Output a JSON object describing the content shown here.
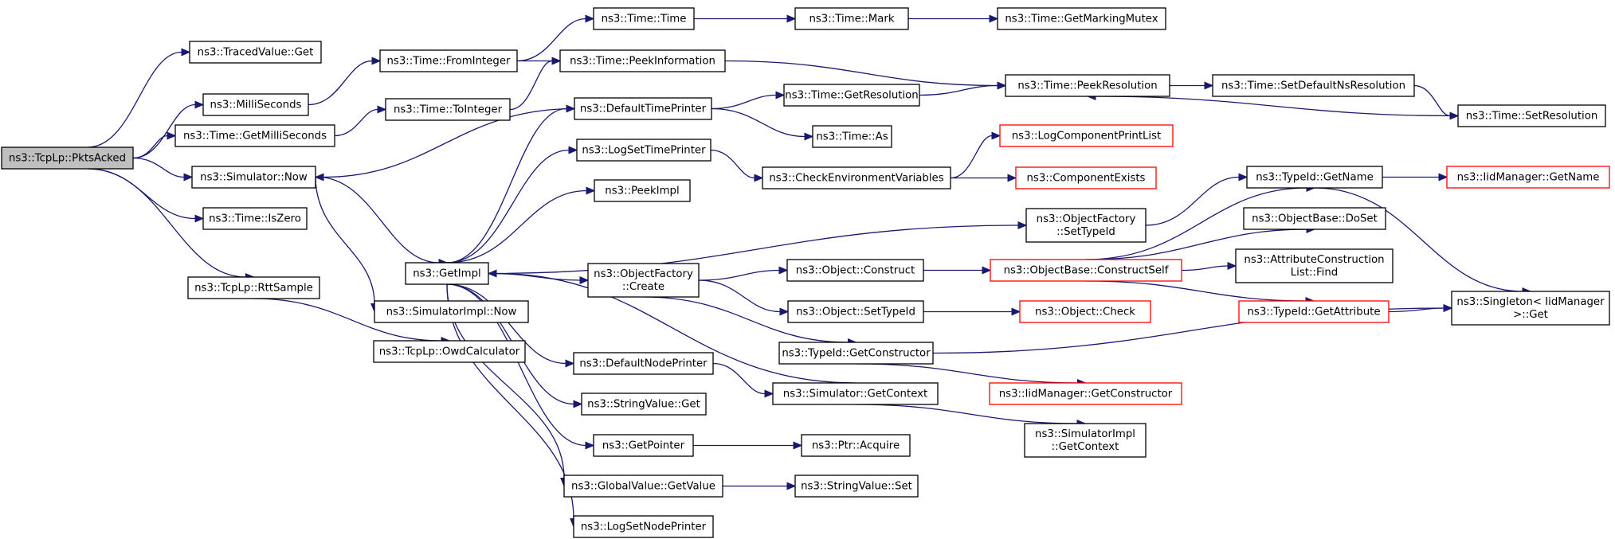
{
  "colors": {
    "edge": "#191970",
    "truncated_border": "#ff0000",
    "root_fill": "#bfbfbf"
  },
  "nodes": [
    {
      "id": "pktsacked",
      "lines": [
        "ns3::TcpLp::PktsAcked"
      ],
      "root": true
    },
    {
      "id": "tracedget",
      "lines": [
        "ns3::TracedValue::Get"
      ]
    },
    {
      "id": "milliseconds",
      "lines": [
        "ns3::MilliSeconds"
      ]
    },
    {
      "id": "getmilliseconds",
      "lines": [
        "ns3::Time::GetMilliSeconds"
      ]
    },
    {
      "id": "simnow",
      "lines": [
        "ns3::Simulator::Now"
      ]
    },
    {
      "id": "iszero",
      "lines": [
        "ns3::Time::IsZero"
      ]
    },
    {
      "id": "rttsample",
      "lines": [
        "ns3::TcpLp::RttSample"
      ]
    },
    {
      "id": "owdcalc",
      "lines": [
        "ns3::TcpLp::OwdCalculator"
      ]
    },
    {
      "id": "frominteger",
      "lines": [
        "ns3::Time::FromInteger"
      ]
    },
    {
      "id": "tointeger",
      "lines": [
        "ns3::Time::ToInteger"
      ]
    },
    {
      "id": "getimpl",
      "lines": [
        "ns3::GetImpl"
      ]
    },
    {
      "id": "simimplnow",
      "lines": [
        "ns3::SimulatorImpl::Now"
      ]
    },
    {
      "id": "timetime",
      "lines": [
        "ns3::Time::Time"
      ]
    },
    {
      "id": "peekinfo",
      "lines": [
        "ns3::Time::PeekInformation"
      ]
    },
    {
      "id": "deftimeprinter",
      "lines": [
        "ns3::DefaultTimePrinter"
      ]
    },
    {
      "id": "logsettimeprinter",
      "lines": [
        "ns3::LogSetTimePrinter"
      ]
    },
    {
      "id": "peekimpl",
      "lines": [
        "ns3::PeekImpl"
      ]
    },
    {
      "id": "objfactcreate",
      "lines": [
        "ns3::ObjectFactory",
        "::Create"
      ]
    },
    {
      "id": "defnodeprinter",
      "lines": [
        "ns3::DefaultNodePrinter"
      ]
    },
    {
      "id": "stringget",
      "lines": [
        "ns3::StringValue::Get"
      ]
    },
    {
      "id": "getpointer",
      "lines": [
        "ns3::GetPointer"
      ]
    },
    {
      "id": "globalgetvalue",
      "lines": [
        "ns3::GlobalValue::GetValue"
      ]
    },
    {
      "id": "logsetnodeprinter",
      "lines": [
        "ns3::LogSetNodePrinter"
      ]
    },
    {
      "id": "timemark",
      "lines": [
        "ns3::Time::Mark"
      ]
    },
    {
      "id": "getresolution",
      "lines": [
        "ns3::Time::GetResolution"
      ]
    },
    {
      "id": "timeas",
      "lines": [
        "ns3::Time::As"
      ]
    },
    {
      "id": "checkenv",
      "lines": [
        "ns3::CheckEnvironmentVariables"
      ]
    },
    {
      "id": "objconstruct",
      "lines": [
        "ns3::Object::Construct"
      ]
    },
    {
      "id": "objsettypeid",
      "lines": [
        "ns3::Object::SetTypeId"
      ]
    },
    {
      "id": "getconstructor",
      "lines": [
        "ns3::TypeId::GetConstructor"
      ]
    },
    {
      "id": "simgetcontext",
      "lines": [
        "ns3::Simulator::GetContext"
      ]
    },
    {
      "id": "ptracquire",
      "lines": [
        "ns3::Ptr::Acquire"
      ]
    },
    {
      "id": "stringset",
      "lines": [
        "ns3::StringValue::Set"
      ]
    },
    {
      "id": "getmarkingmutex",
      "lines": [
        "ns3::Time::GetMarkingMutex"
      ]
    },
    {
      "id": "peekresolution",
      "lines": [
        "ns3::Time::PeekResolution"
      ]
    },
    {
      "id": "logcomplist",
      "lines": [
        "ns3::LogComponentPrintList"
      ],
      "truncated": true
    },
    {
      "id": "compexists",
      "lines": [
        "ns3::ComponentExists"
      ],
      "truncated": true
    },
    {
      "id": "objfactsettypeid",
      "lines": [
        "ns3::ObjectFactory",
        "::SetTypeId"
      ]
    },
    {
      "id": "constructself",
      "lines": [
        "ns3::ObjectBase::ConstructSelf"
      ],
      "truncated": true
    },
    {
      "id": "objcheck",
      "lines": [
        "ns3::Object::Check"
      ],
      "truncated": true
    },
    {
      "id": "iidgetconstructor",
      "lines": [
        "ns3::IidManager::GetConstructor"
      ],
      "truncated": true
    },
    {
      "id": "simimplgetcontext",
      "lines": [
        "ns3::SimulatorImpl",
        "::GetContext"
      ]
    },
    {
      "id": "setdefaultnsres",
      "lines": [
        "ns3::Time::SetDefaultNsResolution"
      ]
    },
    {
      "id": "typeidgetname",
      "lines": [
        "ns3::TypeId::GetName"
      ]
    },
    {
      "id": "objbasedoset",
      "lines": [
        "ns3::ObjectBase::DoSet"
      ]
    },
    {
      "id": "attrconstfind",
      "lines": [
        "ns3::AttributeConstruction",
        "List::Find"
      ]
    },
    {
      "id": "typeidgetattr",
      "lines": [
        "ns3::TypeId::GetAttribute"
      ],
      "truncated": true
    },
    {
      "id": "setresolution",
      "lines": [
        "ns3::Time::SetResolution"
      ]
    },
    {
      "id": "iidgetname",
      "lines": [
        "ns3::IidManager::GetName"
      ],
      "truncated": true
    },
    {
      "id": "singletonget",
      "lines": [
        "ns3::Singleton< IidManager",
        ">::Get"
      ]
    }
  ]
}
